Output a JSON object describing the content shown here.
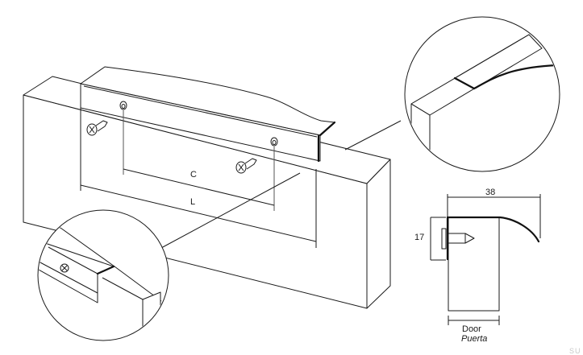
{
  "drawing": {
    "type": "technical-installation-diagram",
    "subject": "edge-mounted cabinet door handle profile",
    "line_color": "#1a1a1a",
    "background": "#ffffff"
  },
  "main_view": {
    "dimension_labels": {
      "center_to_center": "C",
      "length": "L"
    },
    "icons": [
      "door-panel",
      "handle-profile",
      "screw-hole-left",
      "screw-hole-right",
      "screw-left",
      "screw-right"
    ]
  },
  "detail_top_right": {
    "description": "magnified view of handle end on door top edge"
  },
  "detail_bottom_left": {
    "description": "magnified view of handle end with screw on door edge"
  },
  "section_view": {
    "width_dimension": "38",
    "height_dimension": "17",
    "door_label": "Door",
    "door_label_translation": "Puerta"
  },
  "watermark": "SU"
}
